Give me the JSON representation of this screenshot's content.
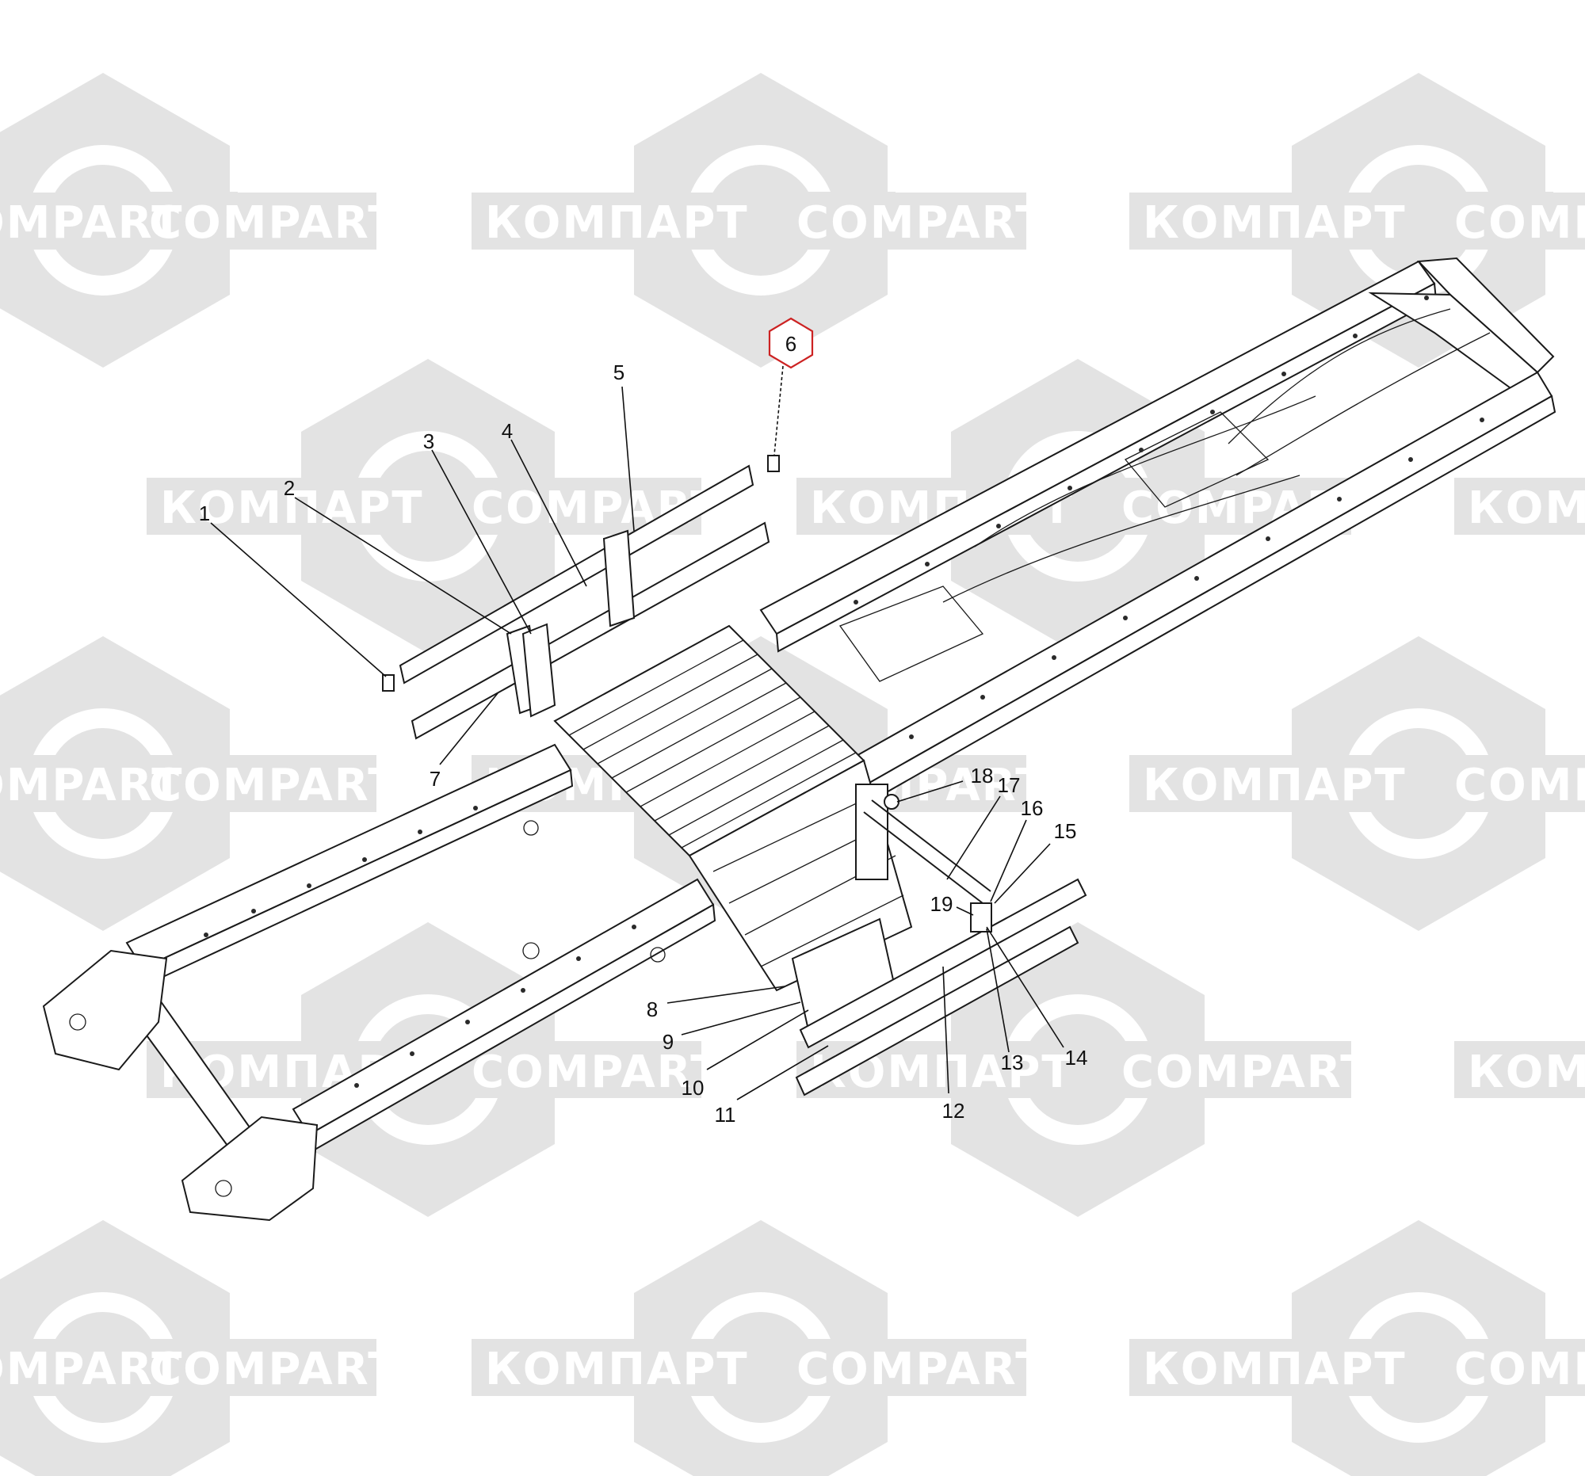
{
  "watermark": {
    "logo_text_latin": "COMPART",
    "logo_text_cyrillic": "КОМПАРТ",
    "color": "#e3e3e3"
  },
  "highlight": {
    "label": "6",
    "color": "#cc2222"
  },
  "callouts": [
    "1",
    "2",
    "3",
    "4",
    "5",
    "7",
    "8",
    "9",
    "10",
    "11",
    "12",
    "13",
    "14",
    "15",
    "16",
    "17",
    "18",
    "19"
  ]
}
